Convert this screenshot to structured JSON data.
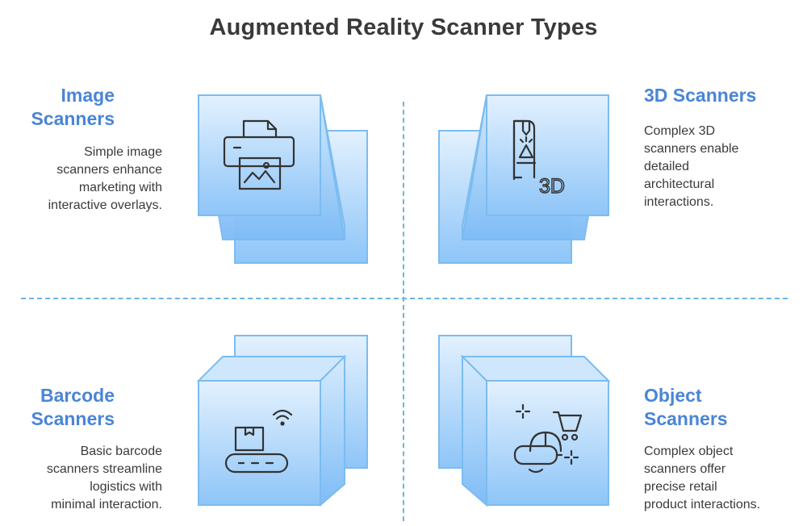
{
  "title": "Augmented Reality Scanner Types",
  "colors": {
    "heading": "#4a85d6",
    "text": "#3a3a3a",
    "divider": "#6cb4e4",
    "cube_light": "#e3f1fe",
    "cube_dark": "#8ec5f8",
    "cube_stroke": "#7bbcf0",
    "icon_stroke": "#333333"
  },
  "quadrants": {
    "image": {
      "heading": "Image\nScanners",
      "description": "Simple image\nscanners enhance\nmarketing with\ninteractive overlays.",
      "icon": "printer-image-icon"
    },
    "three_d": {
      "heading": "3D Scanners",
      "description": "Complex 3D\nscanners enable\ndetailed\narchitectural\ninteractions.",
      "icon": "3d-printer-icon",
      "icon_label": "3D"
    },
    "barcode": {
      "heading": "Barcode\nScanners",
      "description": "Basic barcode\nscanners streamline\nlogistics with\nminimal interaction.",
      "icon": "conveyor-package-wifi-icon"
    },
    "object": {
      "heading": "Object\nScanners",
      "description": "Complex object\nscanners offer\nprecise retail\nproduct interactions.",
      "icon": "vr-headset-cart-icon"
    }
  }
}
